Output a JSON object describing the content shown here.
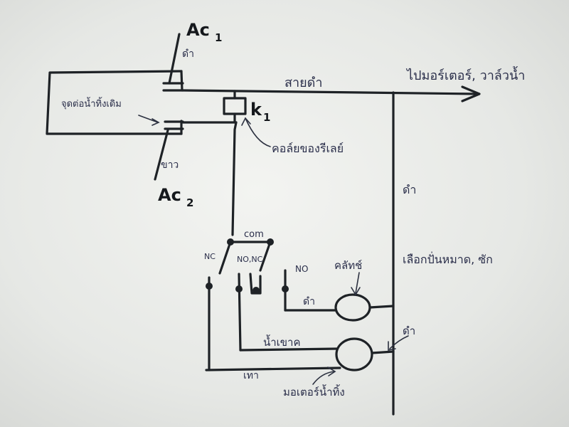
{
  "labels": {
    "ac1": "Ac",
    "ac1_sub": "1",
    "ac2": "Ac",
    "ac2_sub": "2",
    "black_top": "ดำ",
    "white_left": "ขาว",
    "existing_point": "จุดต่อน้ำทิ้งเดิม",
    "black_wire": "สายดำ",
    "to_motor_valve": "ไปมอร์เตอร์, วาล์วน้ำ",
    "k1": "k",
    "k1_sub": "1",
    "relay_coil": "คอล์ยของรีเลย์",
    "black_right": "ดำ",
    "select_program": "เลือกปั่นหมาด, ซัก",
    "com": "com",
    "nc": "NC",
    "no_nc": "NO,NC",
    "no": "NO",
    "clutch": "คลัทช์",
    "black_clutch": "ดำ",
    "water_in": "น้ำเขาค",
    "black_lower": "ดำ",
    "gray": "เทา",
    "drain_motor": "มอเตอร์น้ำทิ้ง"
  },
  "colors": {
    "ink": "#1e2226",
    "pen": "#2a2e4a"
  }
}
